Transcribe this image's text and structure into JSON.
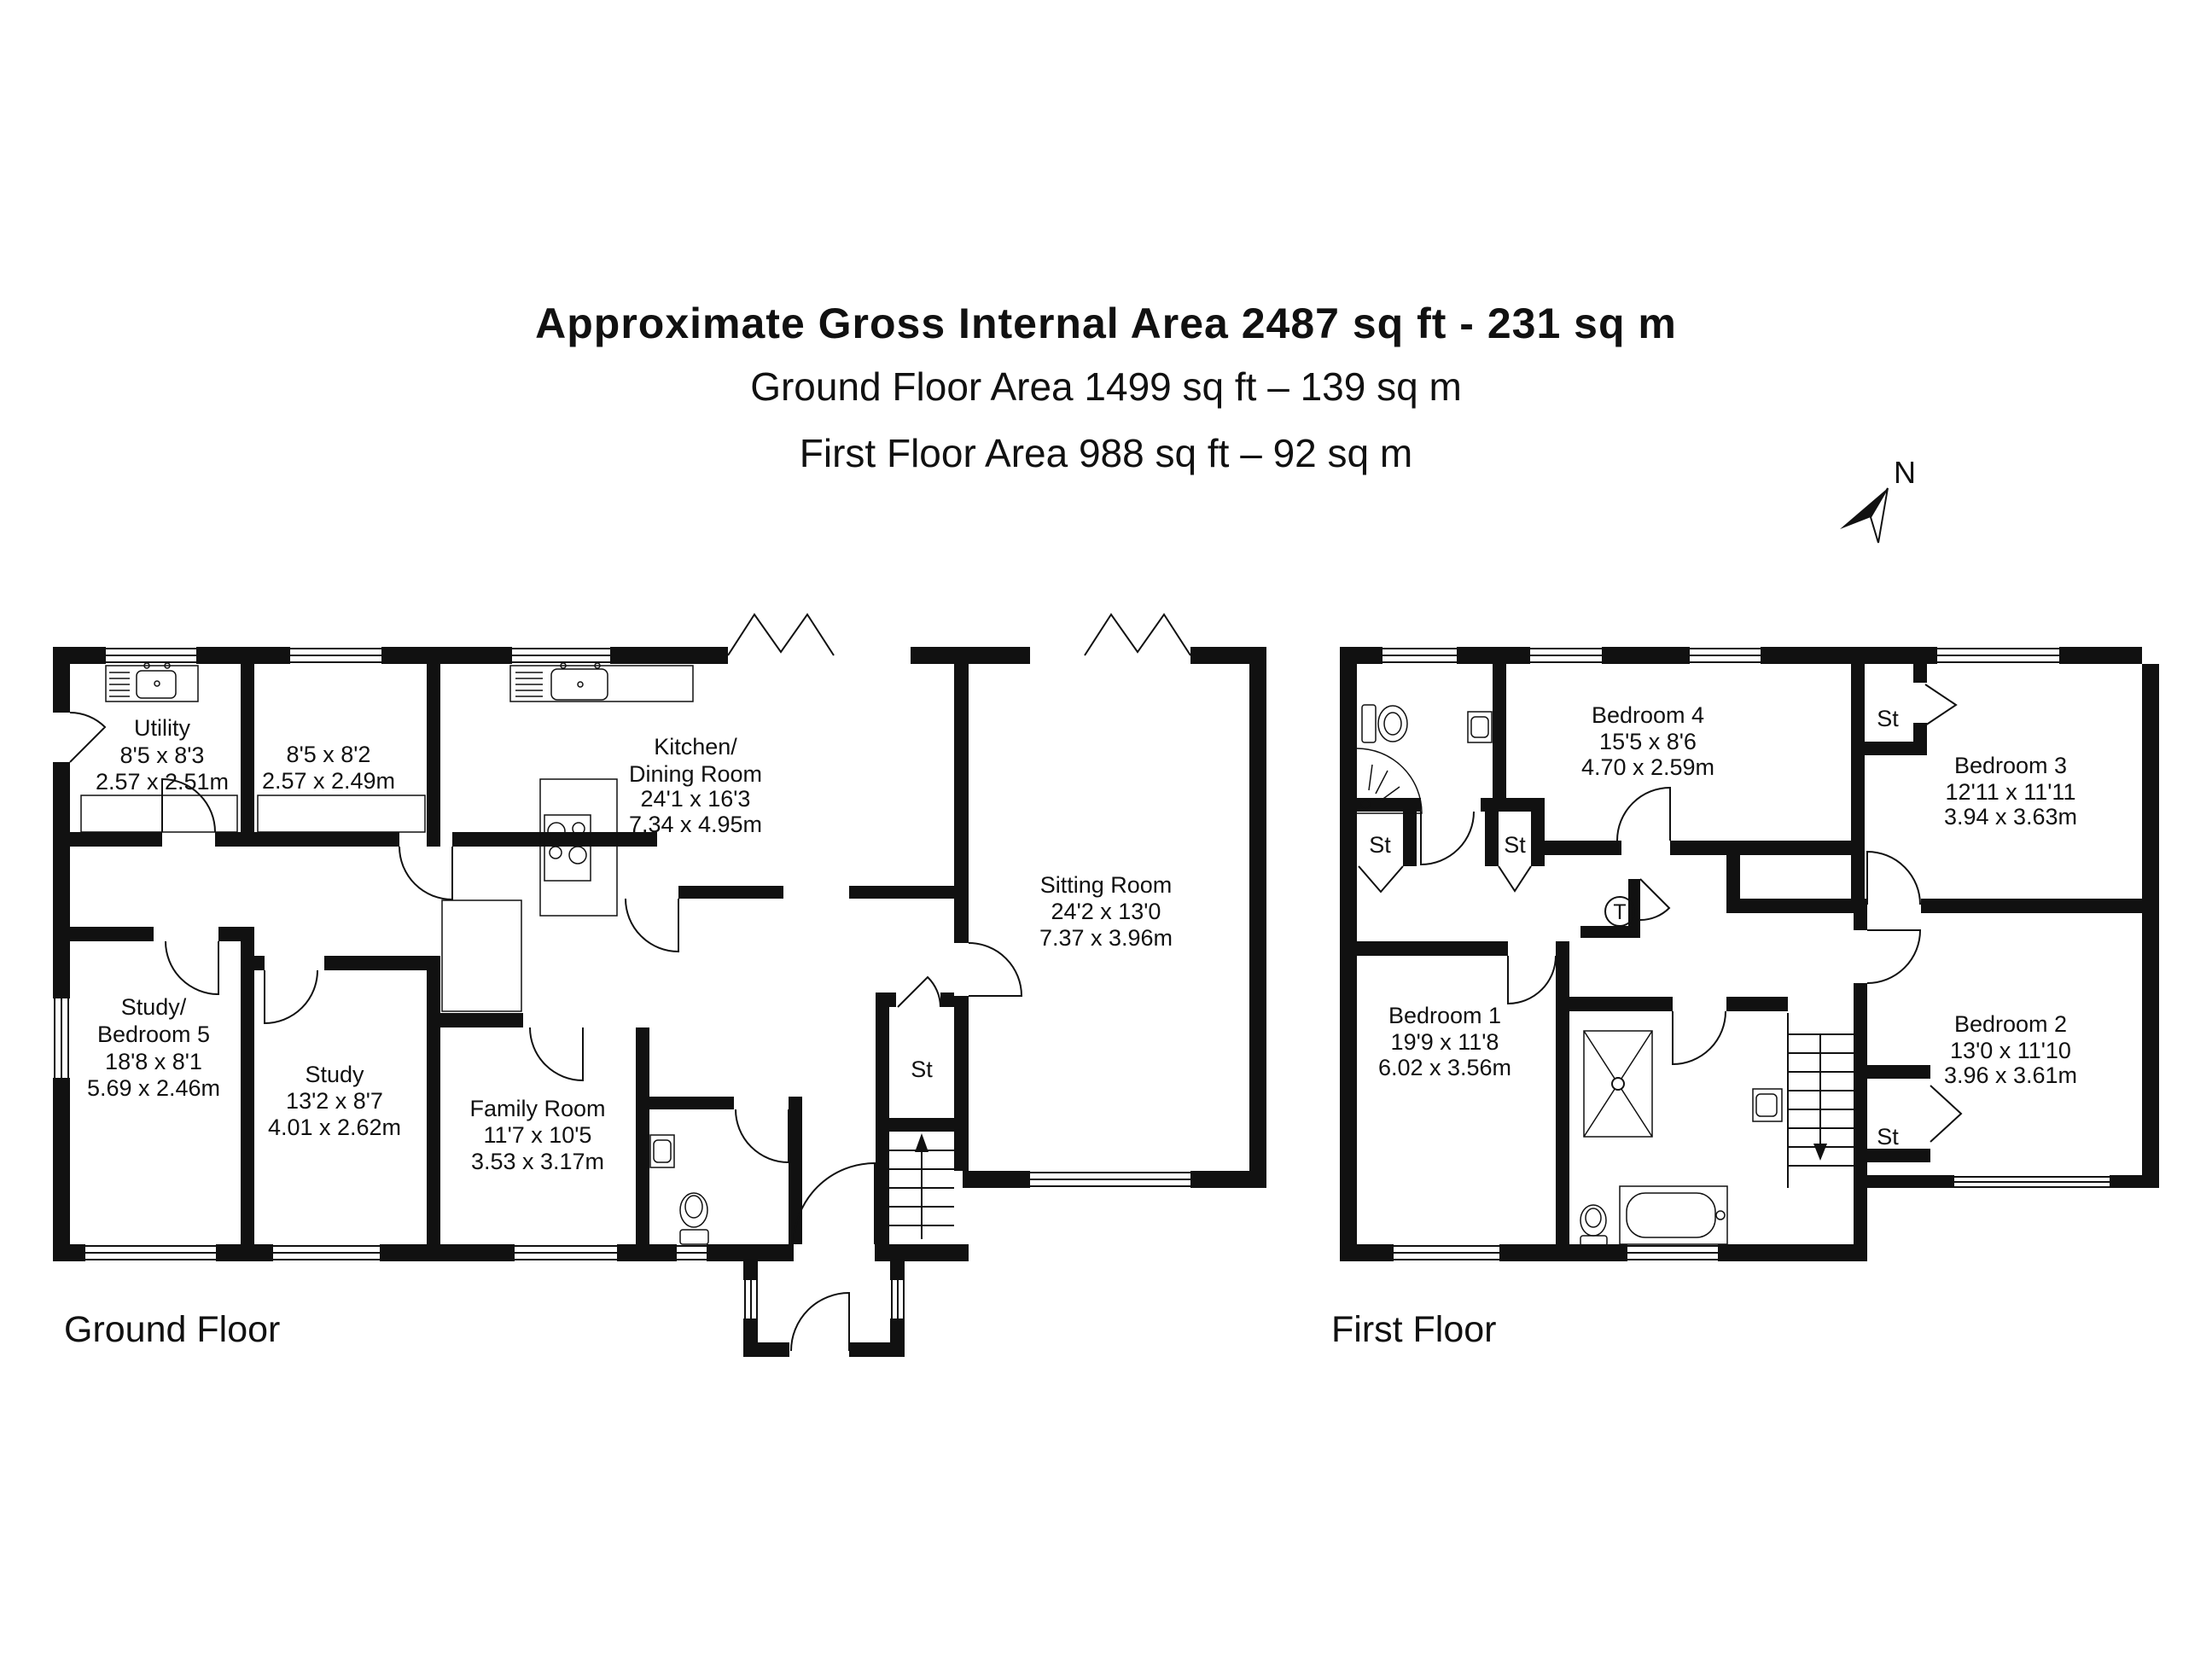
{
  "header": {
    "line1": "Approximate Gross Internal Area 2487 sq ft - 231 sq m",
    "line2": "Ground Floor Area 1499 sq ft – 139 sq m",
    "line3": "First Floor Area 988 sq ft – 92 sq m"
  },
  "compass": {
    "north": "N"
  },
  "labels": {
    "st": "St",
    "tank": "T"
  },
  "colors": {
    "wall": "#111111",
    "background": "#ffffff"
  },
  "ground_floor": {
    "name": "Ground Floor",
    "rooms": {
      "utility": {
        "name": "Utility",
        "imperial": "8'5 x 8'3",
        "metric": "2.57 x 2.51m"
      },
      "room_2": {
        "imperial": "8'5 x 8'2",
        "metric": "2.57 x 2.49m"
      },
      "kitchen_dining": {
        "name_line1": "Kitchen/",
        "name_line2": "Dining Room",
        "imperial": "24'1 x 16'3",
        "metric": "7.34 x 4.95m"
      },
      "sitting_room": {
        "name": "Sitting Room",
        "imperial": "24'2 x 13'0",
        "metric": "7.37 x 3.96m"
      },
      "study_bedroom5": {
        "name_line1": "Study/",
        "name_line2": "Bedroom 5",
        "imperial": "18'8 x 8'1",
        "metric": "5.69 x 2.46m"
      },
      "study": {
        "name": "Study",
        "imperial": "13'2 x 8'7",
        "metric": "4.01 x 2.62m"
      },
      "family_room": {
        "name": "Family Room",
        "imperial": "11'7 x 10'5",
        "metric": "3.53 x 3.17m"
      }
    }
  },
  "first_floor": {
    "name": "First Floor",
    "rooms": {
      "bedroom1": {
        "name": "Bedroom 1",
        "imperial": "19'9 x 11'8",
        "metric": "6.02 x 3.56m"
      },
      "bedroom2": {
        "name": "Bedroom 2",
        "imperial": "13'0 x 11'10",
        "metric": "3.96 x 3.61m"
      },
      "bedroom3": {
        "name": "Bedroom 3",
        "imperial": "12'11 x 11'11",
        "metric": "3.94 x 3.63m"
      },
      "bedroom4": {
        "name": "Bedroom 4",
        "imperial": "15'5 x 8'6",
        "metric": "4.70 x 2.59m"
      }
    }
  }
}
